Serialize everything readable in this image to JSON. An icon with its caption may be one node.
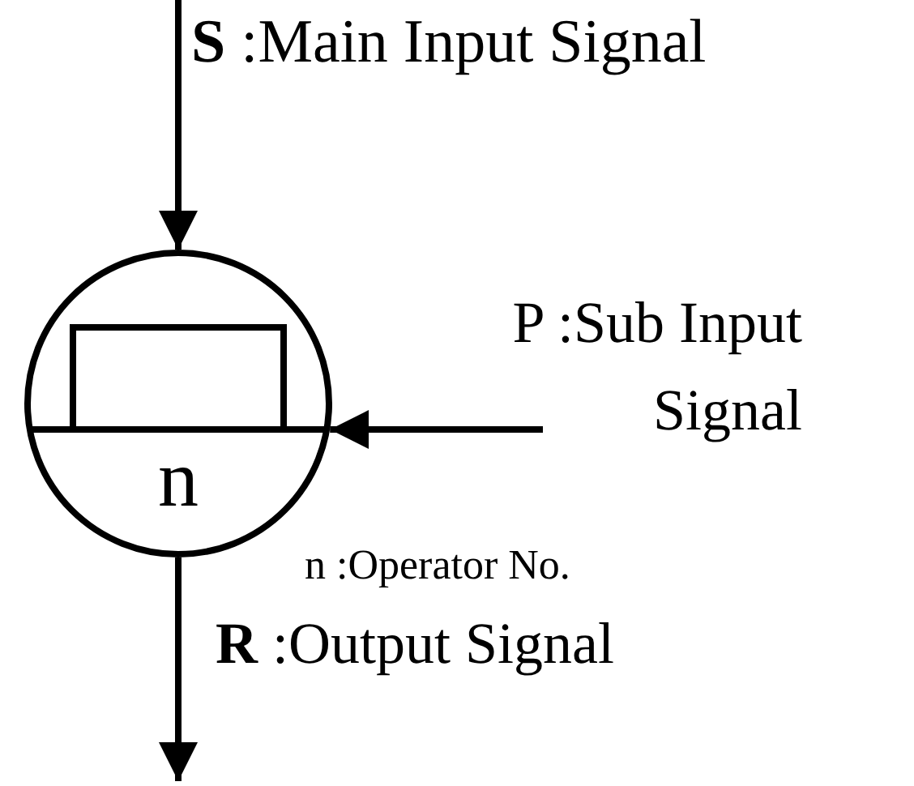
{
  "diagram": {
    "nodes": [
      {
        "text": [
          "n"
        ]
      },
      {
        "text": [
          "**S** :Main Input Signal"
        ]
      },
      {
        "text": [
          "P :Sub Input Signal"
        ]
      }
    ],
    "edges": [
      {
        "from": 1,
        "to": 0,
        "arrow": "to"
      },
      {
        "from": 2,
        "to": 0,
        "arrow": "to"
      },
      {
        "from": 0,
        "to": null,
        "arrow": "to",
        "label": "**R** :Output Signal"
      }
    ],
    "labels": [
      "n :Operator No."
    ]
  }
}
